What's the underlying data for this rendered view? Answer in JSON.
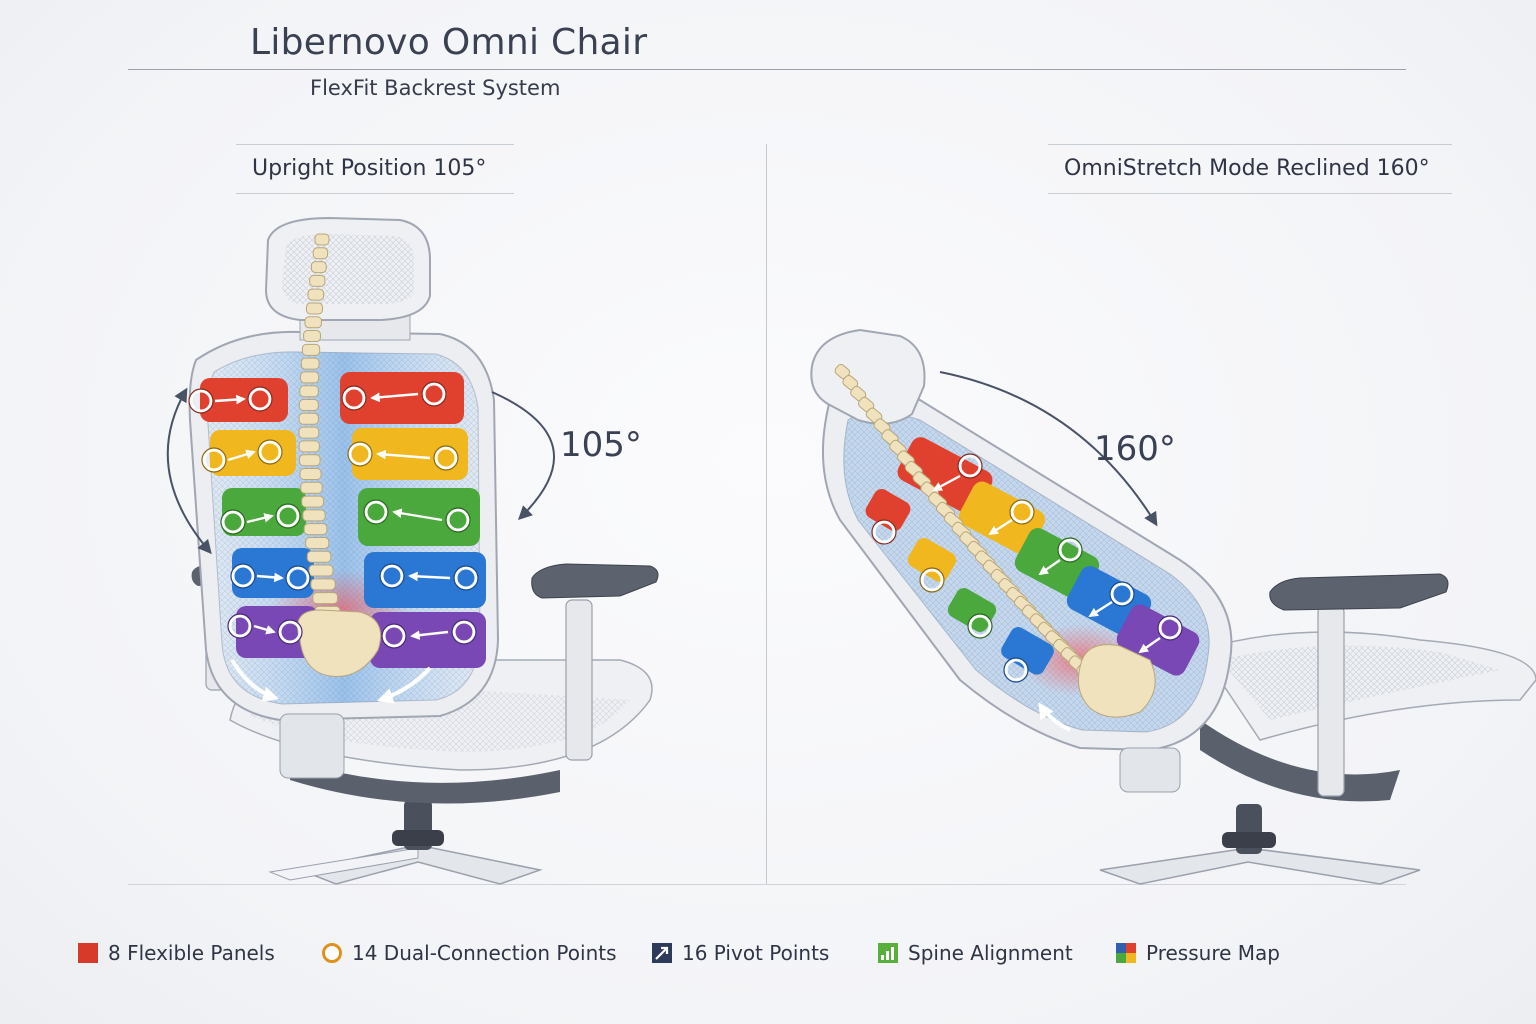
{
  "header": {
    "title": "Libernovo Omni Chair",
    "subtitle": "FlexFit Backrest System"
  },
  "panels": {
    "left": {
      "label": "Upright Position 105°",
      "angle": "105°"
    },
    "right": {
      "label": "OmniStretch Mode Reclined 160°",
      "angle": "160°"
    }
  },
  "legend": [
    {
      "label": "8 Flexible Panels",
      "icon": "square-icon",
      "color": "#d83a2a"
    },
    {
      "label": "14 Dual-Connection Points",
      "icon": "ring-icon",
      "color": "#e0901c"
    },
    {
      "label": "16 Pivot Points",
      "icon": "arrow-icon",
      "color": "#2e3a5a"
    },
    {
      "label": "Spine Alignment",
      "icon": "bar-chart-icon",
      "color": "#5aae3c"
    },
    {
      "label": "Pressure Map",
      "icon": "quad-color-icon",
      "color": "#2f5fae"
    }
  ],
  "colors": {
    "red": "#e0402e",
    "yellow": "#f0b81e",
    "green": "#4aa83c",
    "blue": "#2a78d4",
    "purple": "#7a48b4",
    "bone": "#efe2bc",
    "frame": "#e9ebef"
  }
}
